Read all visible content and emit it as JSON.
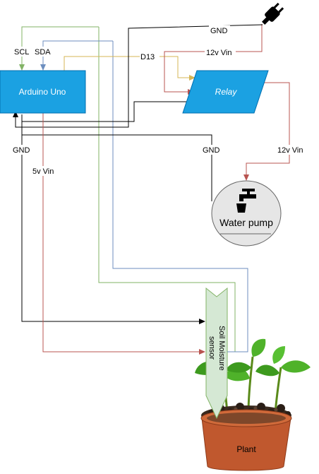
{
  "nodes": {
    "arduino": "Arduino Uno",
    "relay": "Relay",
    "pump": "Water pump",
    "sensor_line1": "Soil Moisture",
    "sensor_line2": "sensor",
    "plant": "Plant"
  },
  "labels": {
    "scl": "SCL",
    "sda": "SDA",
    "d13": "D13",
    "gnd_top": "GND",
    "vin12_top": "12v Vin",
    "gnd_left": "GND",
    "vin5": "5v Vin",
    "gnd_pump": "GND",
    "vin12_right": "12v Vin"
  },
  "colors": {
    "node_fill": "#1ba1e2",
    "node_stroke": "#006eaf",
    "wire_black": "#000000",
    "wire_red": "#b85450",
    "wire_green": "#82b366",
    "wire_blue": "#6c8ebf",
    "wire_orange": "#d6b656",
    "sensor_fill": "#d5e8d4",
    "pot_fill": "#c0582e",
    "pump_fill": "#e6e6e6"
  },
  "icons": {
    "plug": "power-plug-icon",
    "faucet": "faucet-icon"
  }
}
